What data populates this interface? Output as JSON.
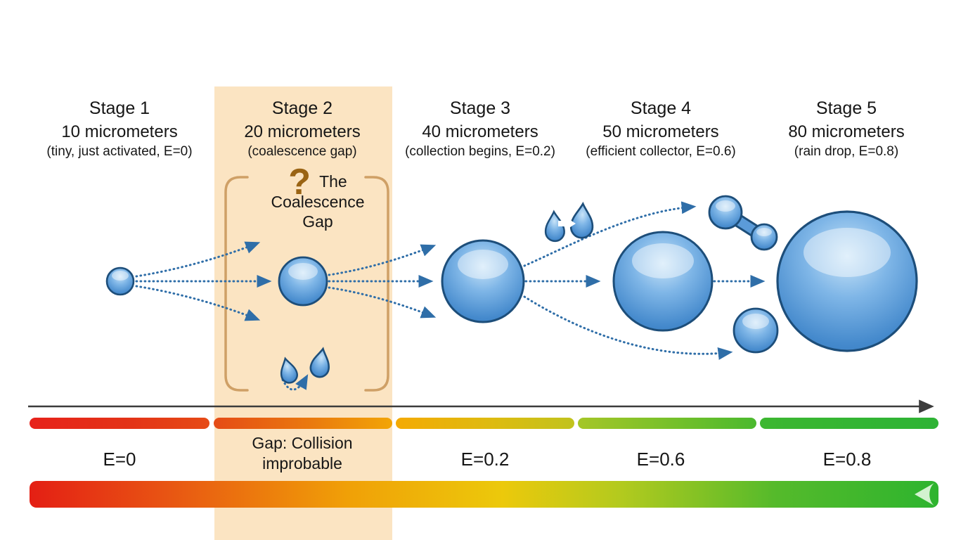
{
  "stages": [
    {
      "title": "Stage 1",
      "size": "10 micrometers",
      "note": "(tiny, just activated, E=0)",
      "band_label": "E=0"
    },
    {
      "title": "Stage 2",
      "size": "20 micrometers",
      "note": "(coalescence gap)",
      "band_label_line1": "Gap: Collision",
      "band_label_line2": "improbable"
    },
    {
      "title": "Stage 3",
      "size": "40 micrometers",
      "note": "(collection begins, E=0.2)",
      "band_label": "E=0.2"
    },
    {
      "title": "Stage 4",
      "size": "50 micrometers",
      "note": "(efficient collector, E=0.6)",
      "band_label": "E=0.6"
    },
    {
      "title": "Stage 5",
      "size": "80 micrometers",
      "note": "(rain drop, E=0.8)",
      "band_label": "E=0.8"
    }
  ],
  "gap_callout": {
    "question_mark": "?",
    "line1": "The",
    "line2": "Coalescence",
    "line3": "Gap"
  },
  "icons": {
    "question-mark-icon": "?",
    "water-drop-icon": "teardrop shape",
    "merge-arrow-icon": "→",
    "growth-axis-arrow-icon": "→",
    "gradient-end-arrow-icon": "◀"
  },
  "colors": {
    "highlight_band": "#fbe4c2",
    "bracket": "#cfa066",
    "question_mark": "#9a6414",
    "droplet_fill": "#4a8fd0",
    "droplet_stroke": "#1d4e7a",
    "dotted_arrow_blue": "#2f6ea8",
    "axis_arrow": "#3c3c3c",
    "efficiency_gradient": [
      "#e41f14",
      "#f0a007",
      "#ecc90b",
      "#a8c922",
      "#2db42e"
    ]
  }
}
